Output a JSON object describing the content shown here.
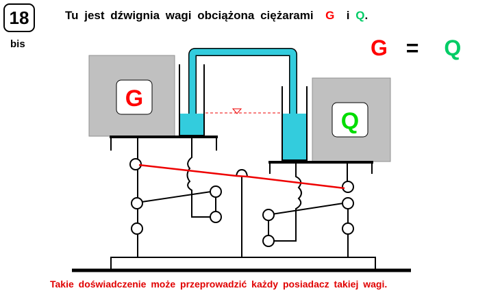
{
  "problem": {
    "number": "18",
    "suffix": "bis"
  },
  "title": {
    "text": "Tu jest dźwignia wagi obciążona ciężarami",
    "g": "G",
    "and": "i",
    "q": "Q",
    "end": "."
  },
  "equation": {
    "left": "G",
    "op": "=",
    "right": "Q"
  },
  "weights": {
    "g_label": "G",
    "q_label": "Q"
  },
  "footer": "Takie doświadczenie  może przeprowadzić każdy posiadacz takiej wagi.",
  "colors": {
    "g": "#ff0000",
    "q": "#00cc66",
    "water": "#33ccdd",
    "weight": "#c0c0c0",
    "lever": "#ee0000"
  }
}
